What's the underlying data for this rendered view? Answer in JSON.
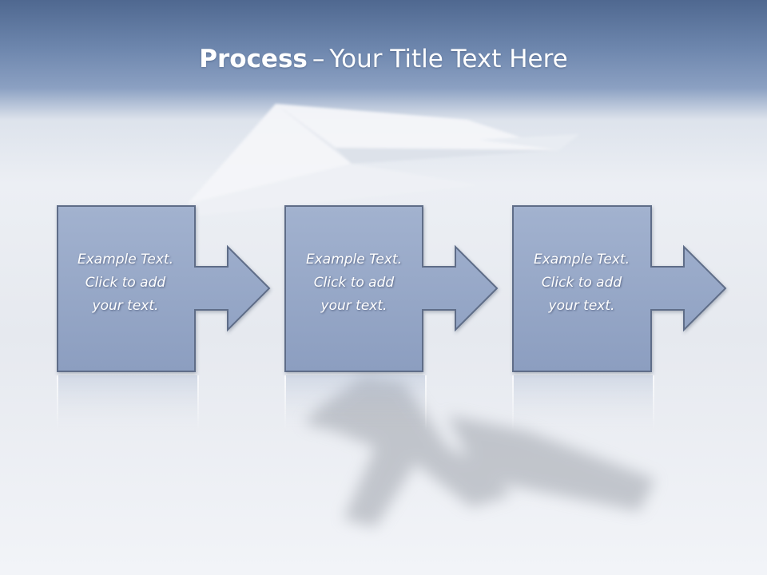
{
  "title": {
    "bold": "Process",
    "separator": "–",
    "rest": "Your Title Text Here"
  },
  "steps": [
    {
      "lines": [
        "Example Text.",
        "Click  to add",
        "your text."
      ]
    },
    {
      "lines": [
        "Example Text.",
        "Click  to add",
        "your text."
      ]
    },
    {
      "lines": [
        "Example Text.",
        "Click  to add",
        "your text."
      ]
    }
  ],
  "colors": {
    "header": "#5f78a0",
    "box_fill": "#97a8c8",
    "box_stroke": "#5e6d88",
    "text": "#ffffff"
  },
  "background_image": "paper-airplane-with-shadow"
}
